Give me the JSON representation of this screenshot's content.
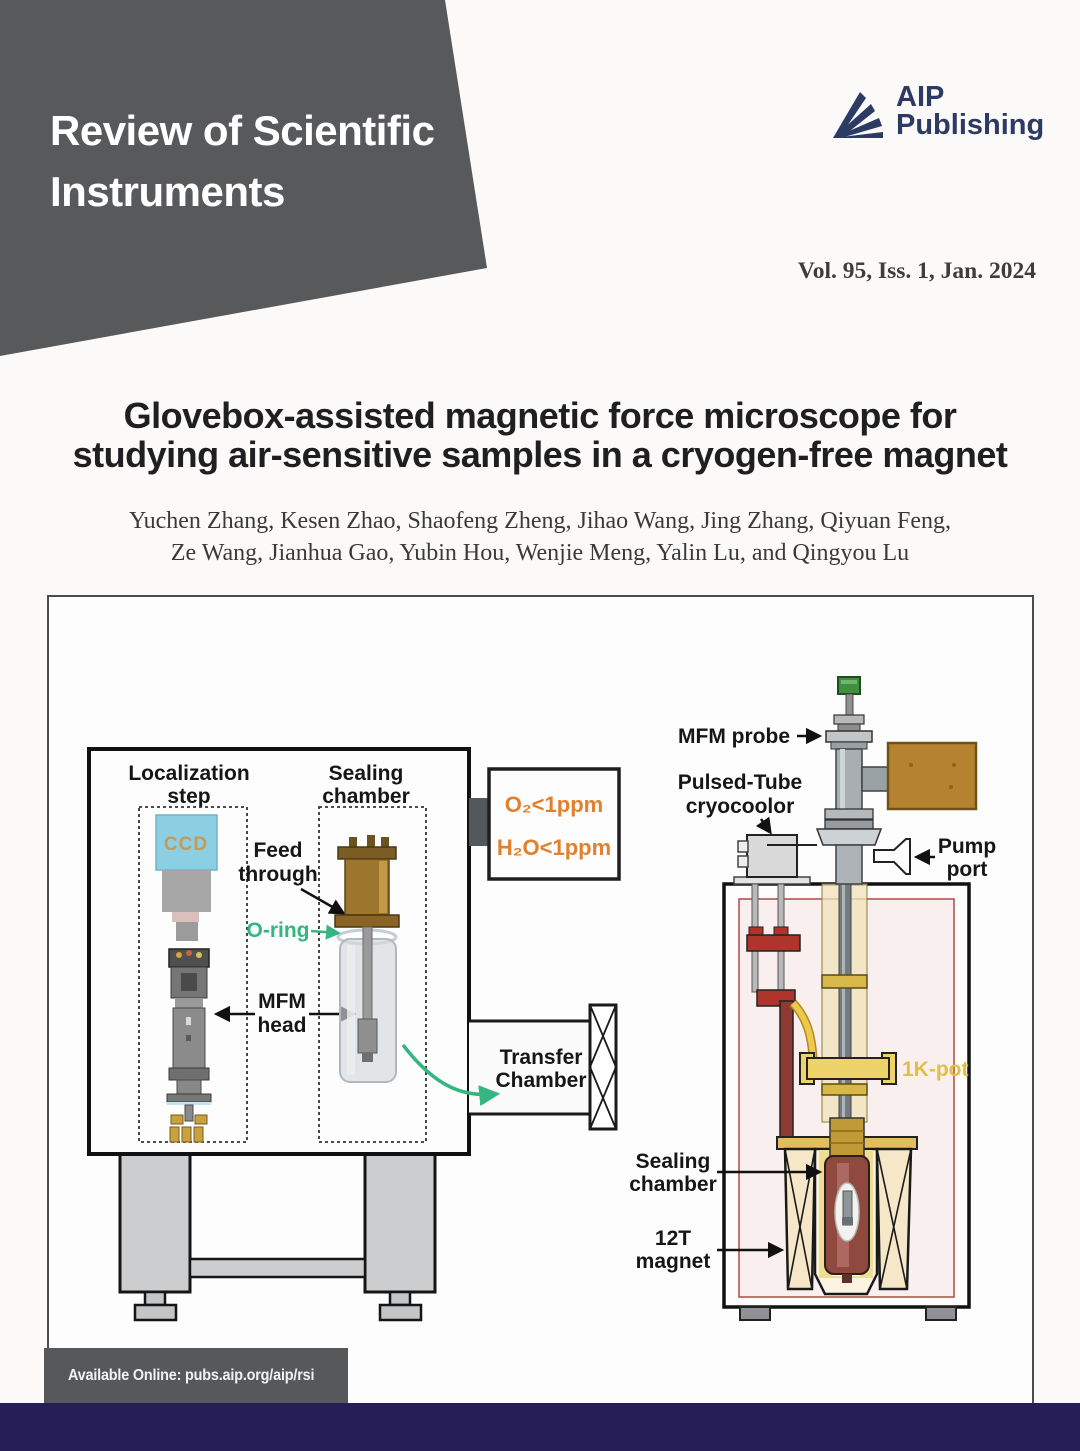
{
  "masthead": {
    "journal_title_line1": "Review of Scientific",
    "journal_title_line2": "Instruments",
    "publisher_line1": "AIP",
    "publisher_line2": "Publishing",
    "issue_info": "Vol. 95, Iss. 1, Jan. 2024"
  },
  "article": {
    "title_line1": "Glovebox-assisted magnetic force microscope for",
    "title_line2": "studying air-sensitive samples in a cryogen-free magnet",
    "authors_line1": "Yuchen Zhang, Kesen Zhao, Shaofeng Zheng, Jihao Wang, Jing Zhang, Qiyuan Feng,",
    "authors_line2": "Ze Wang, Jianhua Gao, Yubin Hou, Wenjie Meng, Yalin Lu, and Qingyou Lu"
  },
  "figure": {
    "glovebox": {
      "localization_label": [
        "Localization",
        "step"
      ],
      "sealing_label": [
        "Sealing",
        "chamber"
      ],
      "ccd": "CCD",
      "feed_through": [
        "Feed",
        "through"
      ],
      "o_ring": "O-ring",
      "mfm_head": [
        "MFM",
        "head"
      ],
      "atmosphere": [
        "O₂<1ppm",
        "H₂O<1ppm"
      ],
      "transfer_chamber": [
        "Transfer",
        "Chamber"
      ]
    },
    "cryostat": {
      "mfm_probe": "MFM probe",
      "cryocooler": [
        "Pulsed-Tube",
        "cryocoolor"
      ],
      "pump_port": [
        "Pump",
        "port"
      ],
      "one_k_pot": "1K-pot",
      "sealing_chamber": [
        "Sealing",
        "chamber"
      ],
      "magnet": [
        "12T",
        "magnet"
      ]
    }
  },
  "footer": {
    "available_online": "Available Online: pubs.aip.org/aip/rsi"
  },
  "colors": {
    "banner_gray": "#58595b",
    "footer_navy": "#251f58",
    "aip_navy": "#2c3a64",
    "atmosphere_orange": "#e0812e",
    "arrow_green": "#35b57f",
    "one_k_pot_gold": "#e2bf45",
    "brass": "#a07a2e",
    "magnet_maroon": "#8e4a42",
    "ccd_screen_blue": "#8ccfe3"
  }
}
